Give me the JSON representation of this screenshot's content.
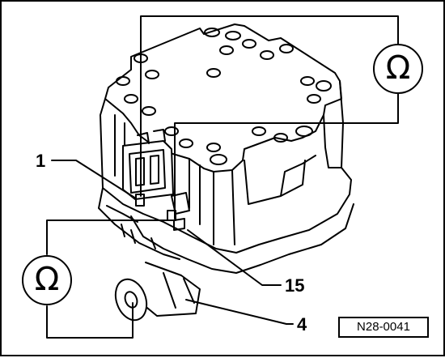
{
  "figure": {
    "callouts": {
      "c1": "1",
      "c15": "15",
      "c4": "4"
    },
    "ohmmeter_symbol": "Ω",
    "reference_code": "N28-0041"
  },
  "colors": {
    "line": "#000000",
    "background": "#ffffff"
  },
  "icons": [
    "ohmmeter-icon"
  ]
}
